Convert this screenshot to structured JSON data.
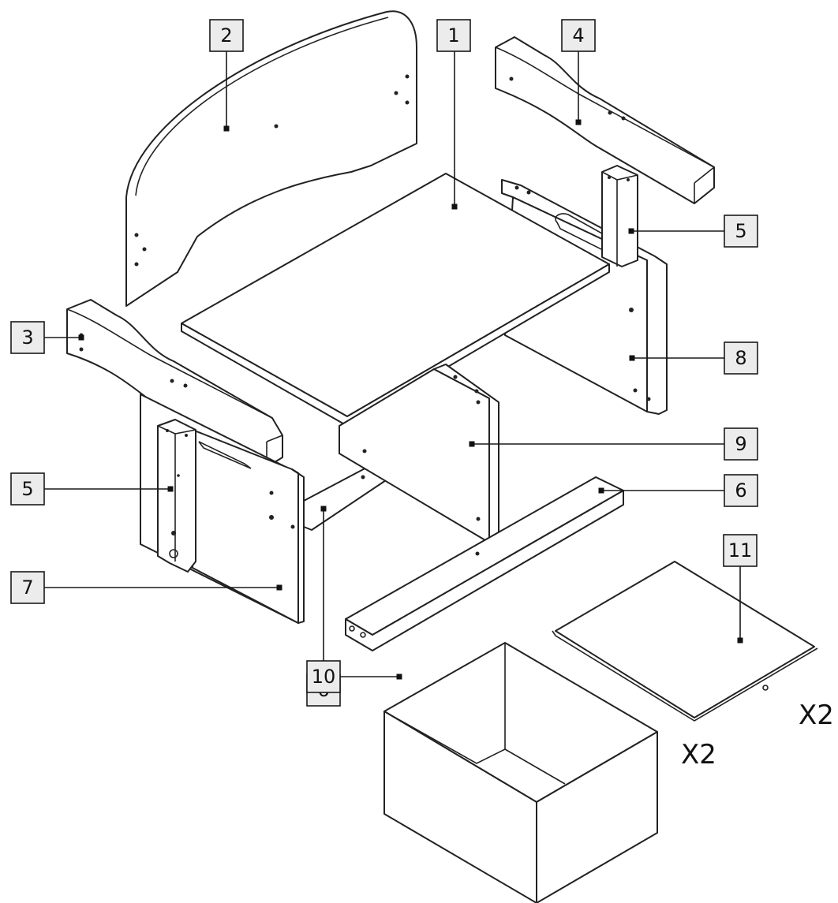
{
  "callouts": [
    {
      "id": "part-1",
      "label": "1"
    },
    {
      "id": "part-2",
      "label": "2"
    },
    {
      "id": "part-3",
      "label": "3"
    },
    {
      "id": "part-4",
      "label": "4"
    },
    {
      "id": "part-5-right",
      "label": "5"
    },
    {
      "id": "part-5-left",
      "label": "5"
    },
    {
      "id": "part-6-bottom",
      "label": "6"
    },
    {
      "id": "part-6-right",
      "label": "6"
    },
    {
      "id": "part-7",
      "label": "7"
    },
    {
      "id": "part-8",
      "label": "8"
    },
    {
      "id": "part-9",
      "label": "9"
    },
    {
      "id": "part-10",
      "label": "10"
    },
    {
      "id": "part-11",
      "label": "11"
    }
  ],
  "quantities": {
    "storage_box": "X2",
    "box_lid": "X2"
  }
}
